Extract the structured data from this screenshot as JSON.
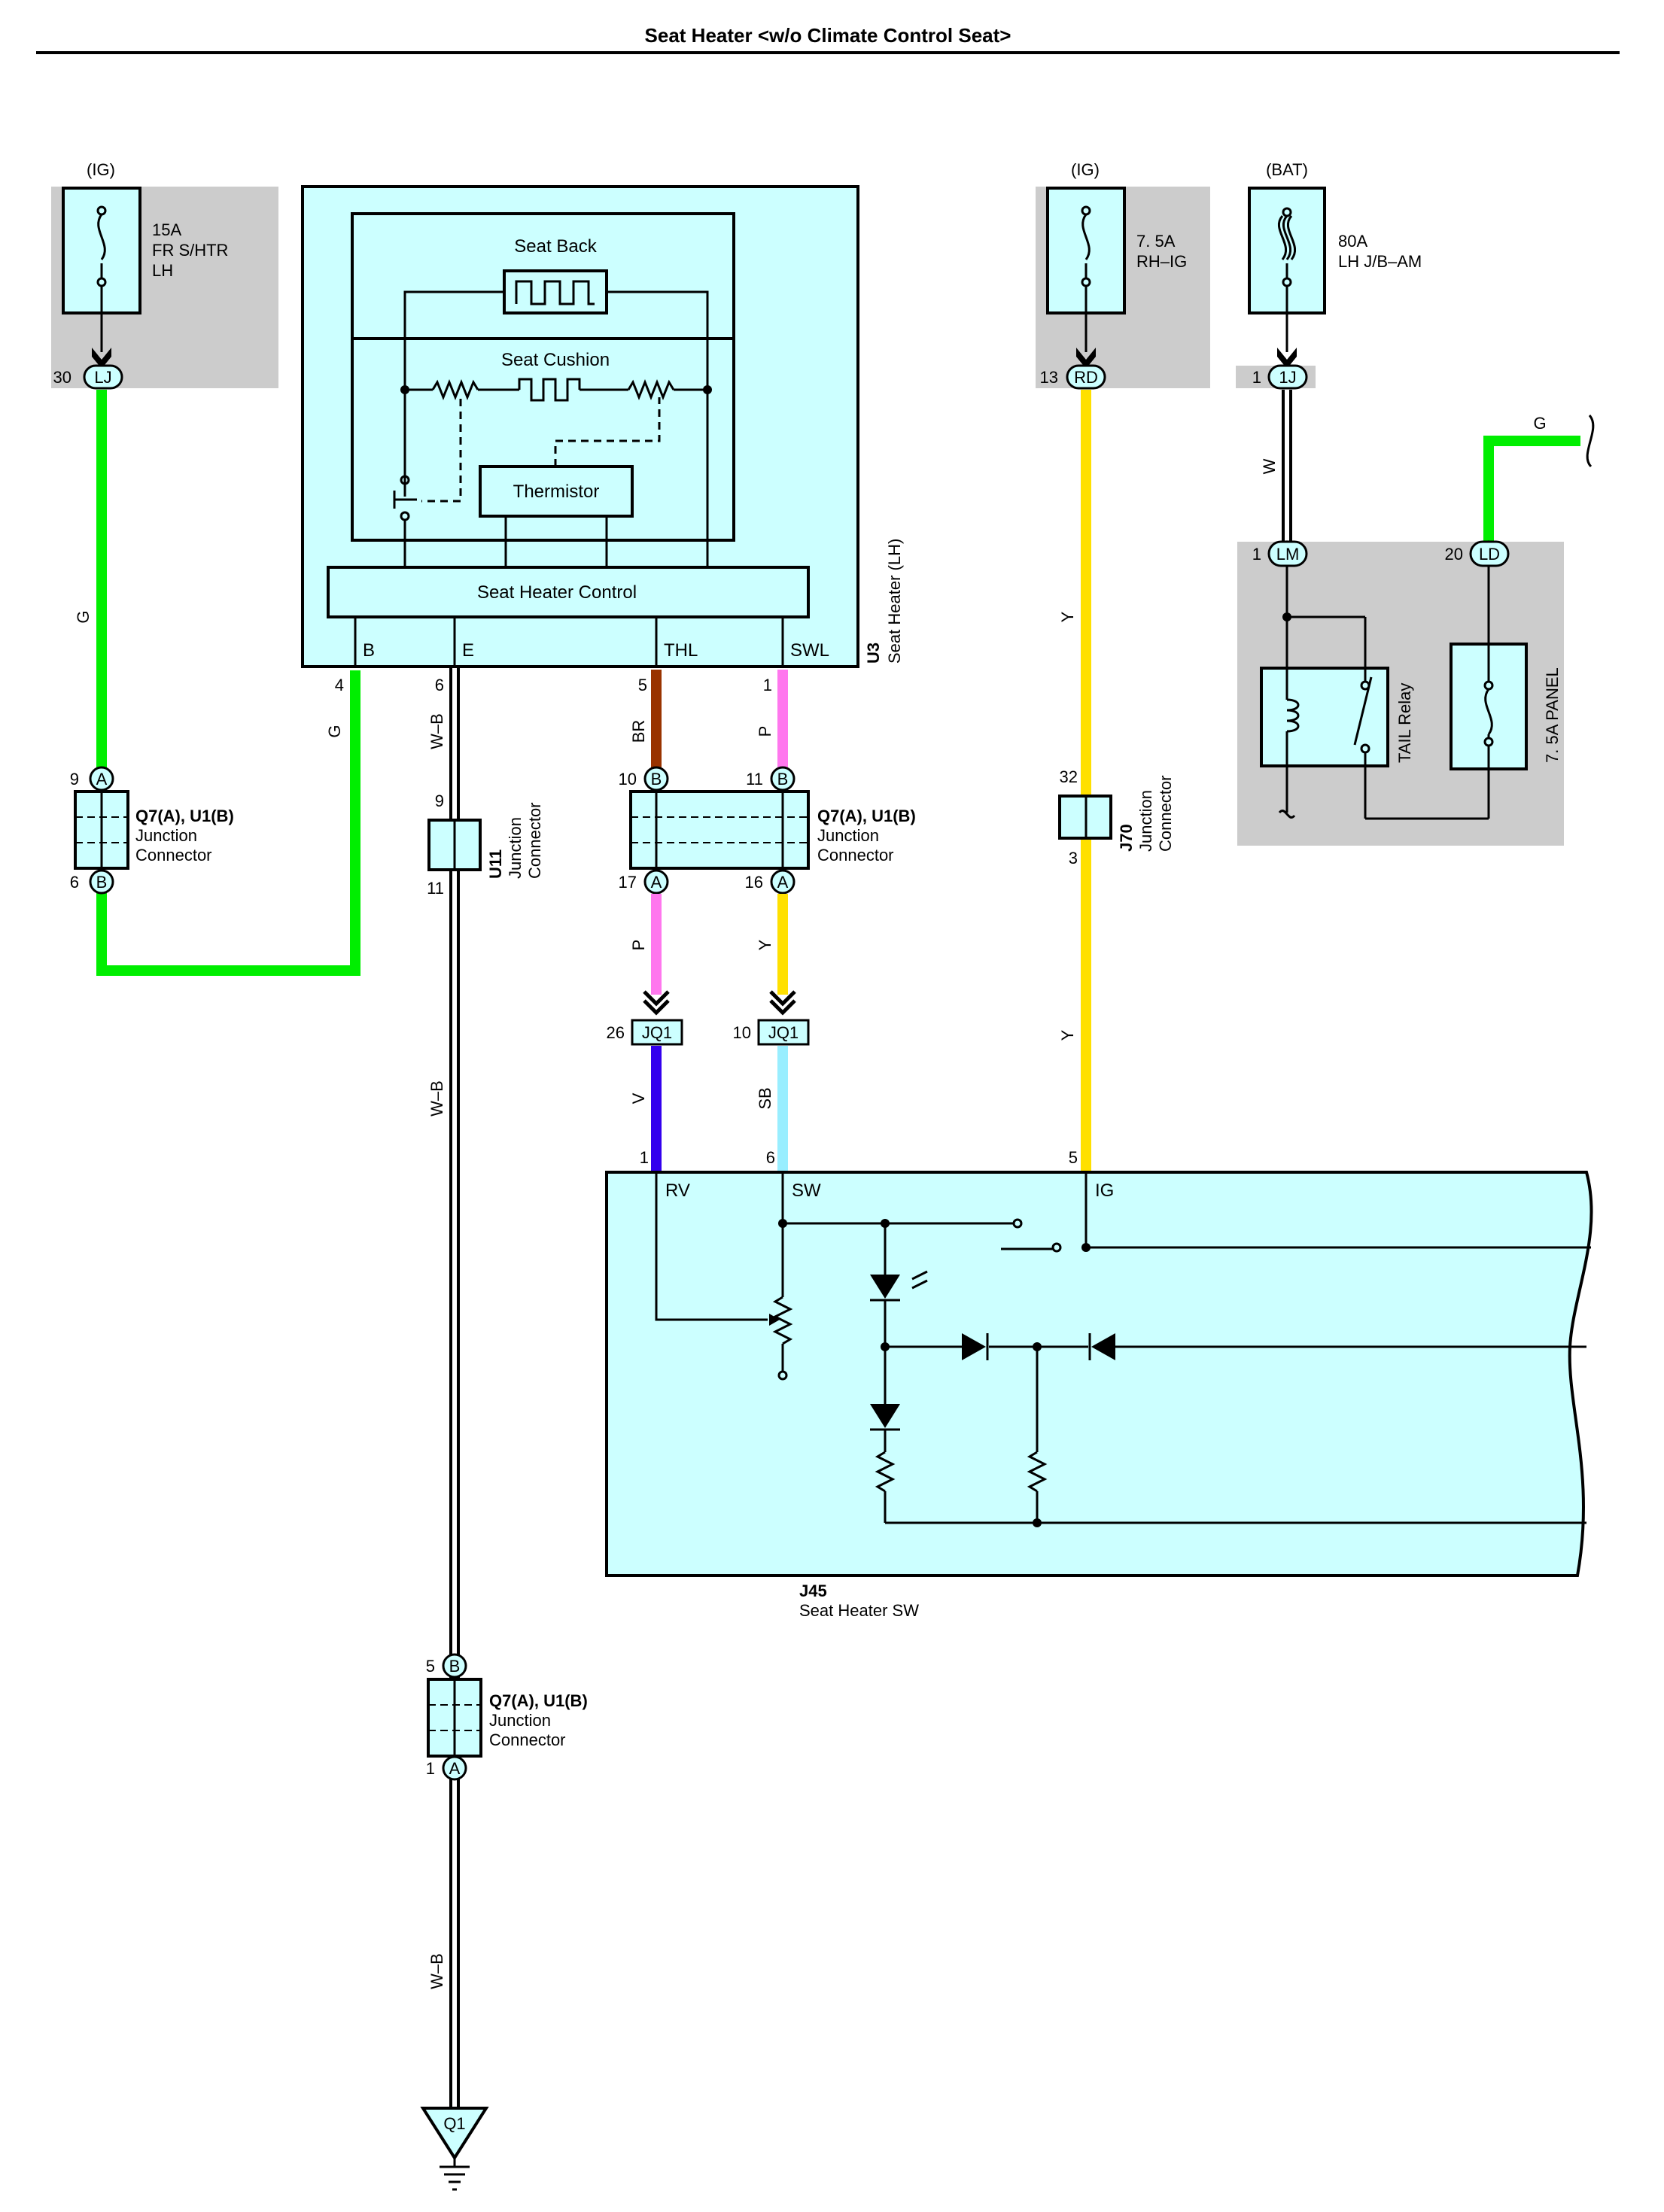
{
  "title": "Seat Heater <w/o Climate Control Seat>",
  "colors": {
    "panel_fill": "#ccffff",
    "fuse_box_fill": "#cccccc",
    "wire_G": "#00ee00",
    "wire_Y": "#ffe000",
    "wire_BR": "#993300",
    "wire_P": "#ff77ee",
    "wire_V": "#3300ee",
    "wire_SB": "#99eeff",
    "wire_W_B": "#ffffff",
    "wire_W": "#ffffff"
  },
  "fuses": {
    "fuse1": {
      "source": "(IG)",
      "rating": "15A",
      "name_line1": "FR S/HTR",
      "name_line2": "LH",
      "pin": "30",
      "connector": "LJ"
    },
    "fuse2": {
      "source": "(IG)",
      "rating": "7. 5A",
      "name": "RH–IG",
      "pin": "13",
      "connector": "RD"
    },
    "fuse3": {
      "source": "(BAT)",
      "rating": "80A",
      "name": "LH J/B–AM",
      "pin": "1",
      "connector": "1J"
    }
  },
  "relay_panel": {
    "relay_label": "TAIL Relay",
    "fuse_label": "7. 5A PANEL",
    "conn_lm_pin": "1",
    "conn_lm": "LM",
    "conn_ld_pin": "20",
    "conn_ld": "LD"
  },
  "seat_heater": {
    "seat_back": "Seat Back",
    "seat_cushion": "Seat Cushion",
    "thermistor": "Thermistor",
    "control": "Seat Heater Control",
    "terminals": [
      "B",
      "E",
      "THL",
      "SWL"
    ],
    "code": "U3",
    "name": "Seat Heater (LH)",
    "pins": [
      "4",
      "6",
      "5",
      "1"
    ]
  },
  "wire_labels": {
    "g1": "G",
    "g2": "G",
    "g3": "G",
    "wb1": "W–B",
    "wb2": "W–B",
    "wb3": "W–B",
    "br": "BR",
    "p1": "P",
    "p2": "P",
    "y1": "Y",
    "y2": "Y",
    "y3": "Y",
    "v": "V",
    "sb": "SB",
    "w": "W"
  },
  "junctions": {
    "jc_left": {
      "title": "Q7(A), U1(B)",
      "line1": "Junction",
      "line2": "Connector",
      "top_pin": "9",
      "top_letter": "A",
      "bottom_pin": "6",
      "bottom_letter": "B"
    },
    "jc_mid": {
      "title": "Q7(A), U1(B)",
      "line1": "Junction",
      "line2": "Connector",
      "pins": [
        "10",
        "11",
        "17",
        "16"
      ],
      "letters": [
        "B",
        "B",
        "A",
        "A"
      ]
    },
    "jc_low": {
      "title": "Q7(A), U1(B)",
      "line1": "Junction",
      "line2": "Connector",
      "top_pin": "5",
      "top_letter": "B",
      "bottom_pin": "1",
      "bottom_letter": "A"
    },
    "u11": {
      "code": "U11",
      "line1": "Junction",
      "line2": "Connector",
      "top_pin": "9",
      "bottom_pin": "11"
    },
    "j70": {
      "code": "J70",
      "line1": "Junction",
      "line2": "Connector",
      "top_pin": "32",
      "bottom_pin": "3"
    }
  },
  "jq1": {
    "pin_a": "26",
    "pin_b": "10",
    "label": "JQ1"
  },
  "switch": {
    "code": "J45",
    "name": "Seat Heater SW",
    "terminals": [
      "RV",
      "SW",
      "IG"
    ],
    "pins": [
      "1",
      "6",
      "5"
    ]
  },
  "ground": {
    "label": "Q1"
  }
}
